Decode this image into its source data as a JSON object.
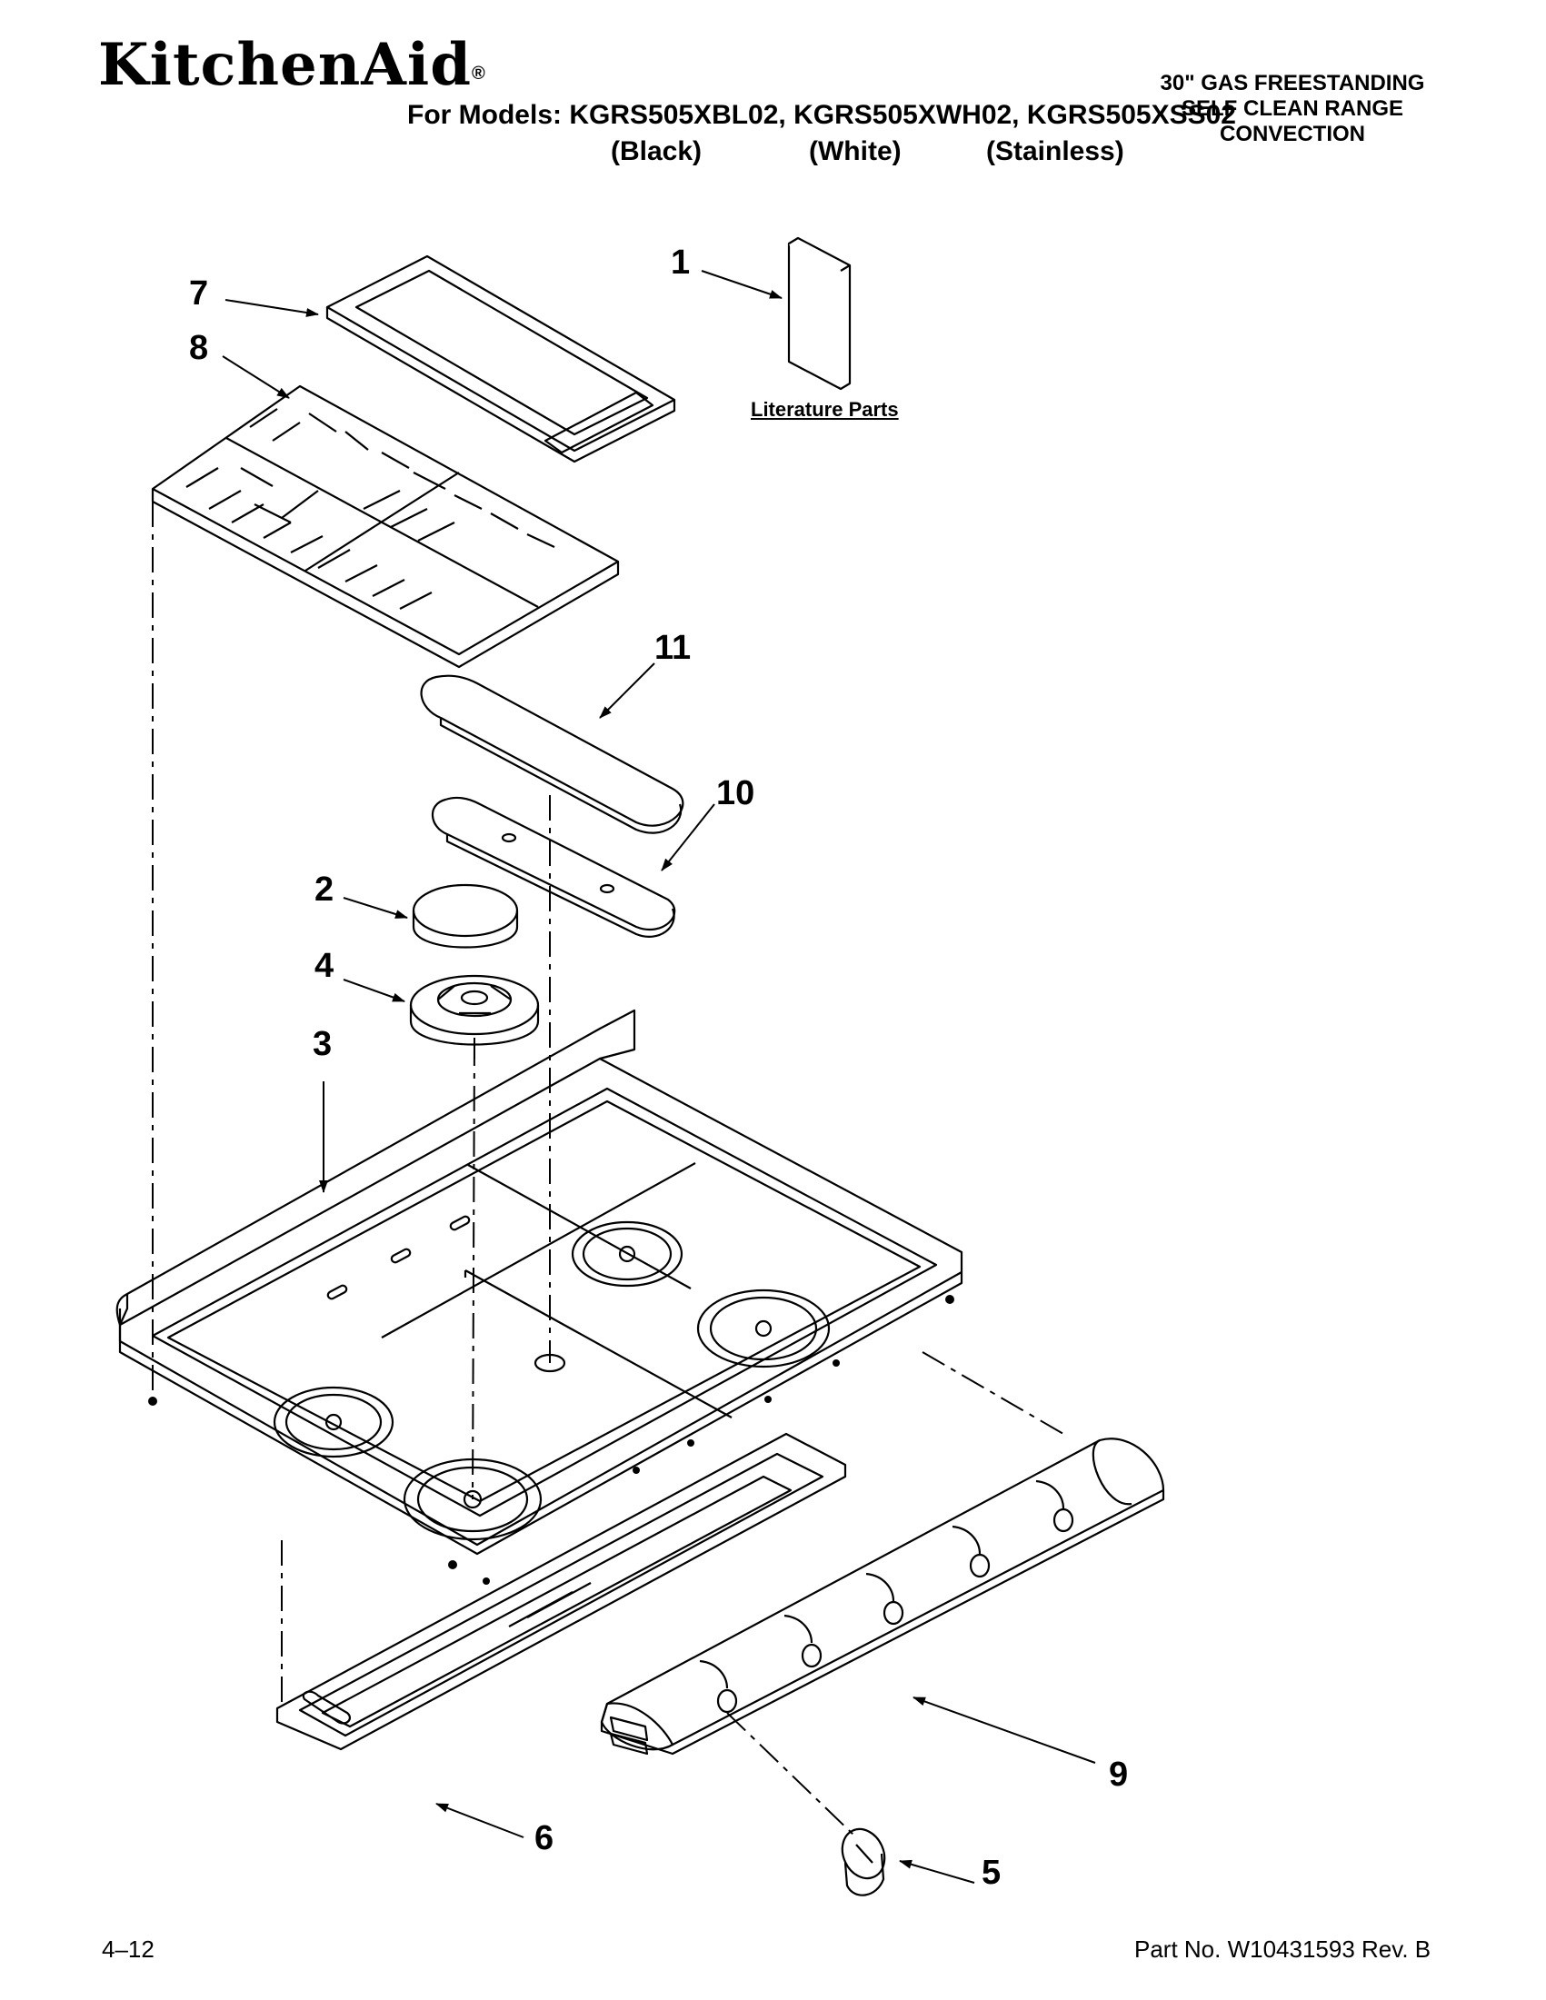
{
  "header": {
    "brand": "KitchenAid",
    "brand_mark": "®",
    "models_line": "For Models: KGRS505XBL02, KGRS505XWH02, KGRS505XSS02",
    "variants": [
      "(Black)",
      "(White)",
      "(Stainless)"
    ],
    "description": [
      "30\" GAS FREESTANDING",
      "SELF CLEAN RANGE",
      "CONVECTION"
    ]
  },
  "diagram": {
    "literature_label": "Literature Parts",
    "callouts": [
      "1",
      "2",
      "3",
      "4",
      "5",
      "6",
      "7",
      "8",
      "9",
      "10",
      "11"
    ]
  },
  "footer": {
    "page": "4–12",
    "part_number": "Part No. W10431593 Rev. B"
  }
}
